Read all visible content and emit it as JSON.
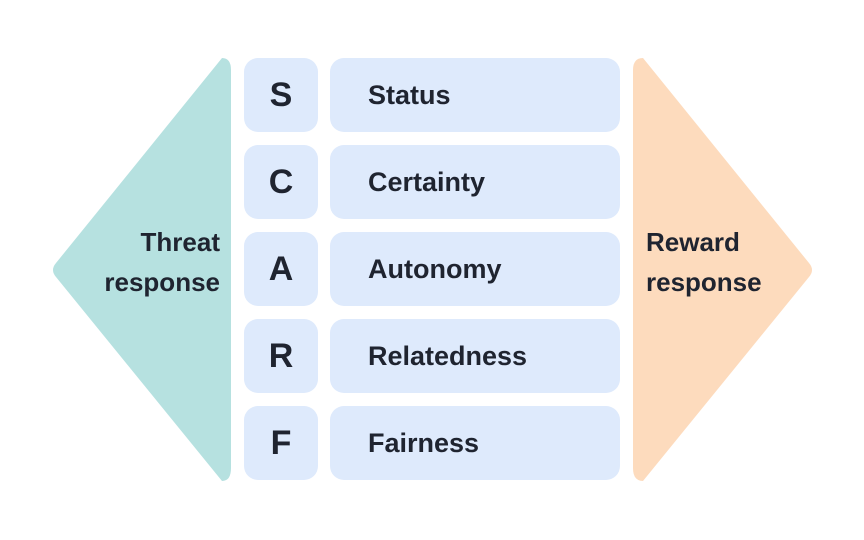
{
  "threat": {
    "line1": "Threat",
    "line2": "response",
    "color": "#b6e1e0"
  },
  "reward": {
    "line1": "Reward",
    "line2": "response",
    "color": "#fddbbd"
  },
  "box_color": "#deeafc",
  "items": [
    {
      "letter": "S",
      "word": "Status"
    },
    {
      "letter": "C",
      "word": "Certainty"
    },
    {
      "letter": "A",
      "word": "Autonomy"
    },
    {
      "letter": "R",
      "word": "Relatedness"
    },
    {
      "letter": "F",
      "word": "Fairness"
    }
  ]
}
